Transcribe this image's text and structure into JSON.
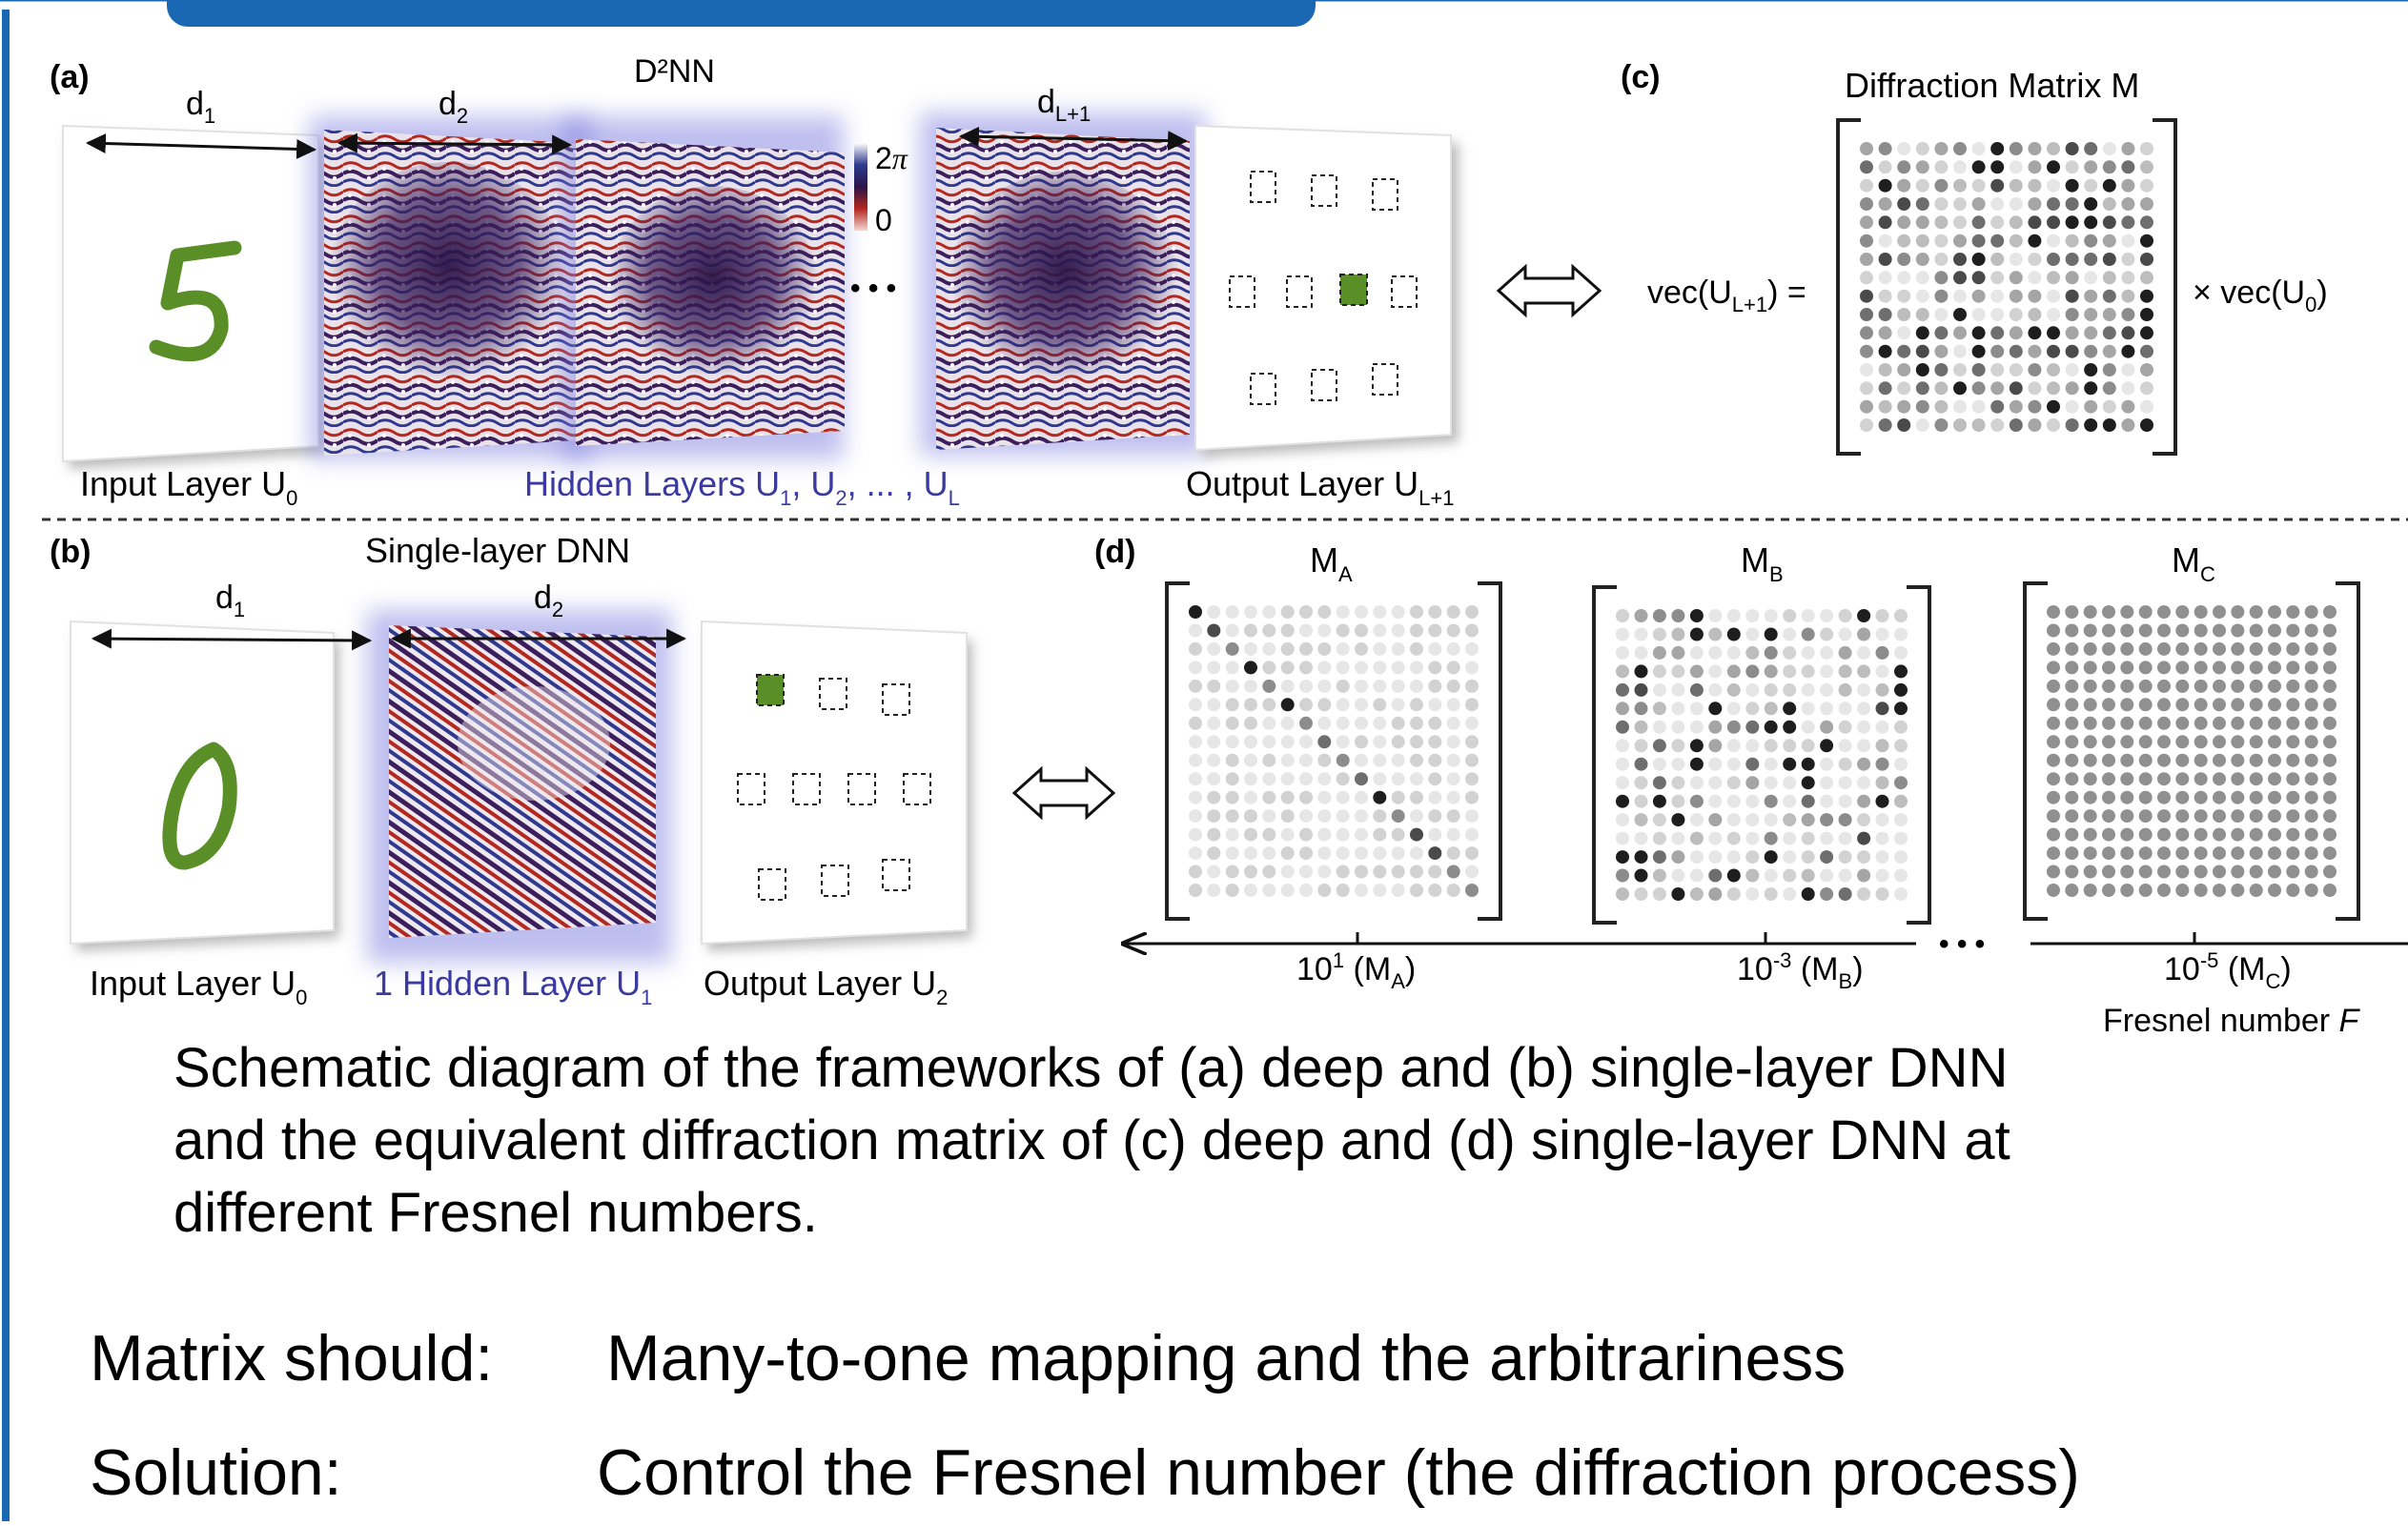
{
  "top_banner": {
    "color": "#1a67b3"
  },
  "colors": {
    "frame": "#1a67b3",
    "green": "#5a8f27",
    "blue_text": "#3a3aa0",
    "phase_purple": "#3b1f5c",
    "phase_red": "#b3281f",
    "phase_blue": "#2f3a8f"
  },
  "panel_a": {
    "label": "(a)",
    "title": "D²NN",
    "dist": {
      "d1": {
        "main": "d",
        "sub": "1"
      },
      "d2": {
        "main": "d",
        "sub": "2"
      },
      "dL1": {
        "main": "d",
        "sub": "L+1"
      }
    },
    "colorbar": {
      "max_label": "2",
      "max_symbol": "π",
      "min_label": "0"
    },
    "ellipsis": "• • •",
    "input_label": {
      "main": "Input Layer U",
      "sub": "0"
    },
    "hidden_label": {
      "t1": "Hidden Layers U",
      "s1": "1",
      "t2": ", U",
      "s2": "2",
      "t3": ", ... , U",
      "s3": "L"
    },
    "output_label": {
      "main": "Output Layer U",
      "sub": "L+1"
    }
  },
  "panel_c": {
    "label": "(c)",
    "title": "Diffraction Matrix M",
    "lhs": {
      "main": "vec(U",
      "sub": "L+1",
      "tail": ") ="
    },
    "rhs": {
      "main": "× vec(U",
      "sub": "0",
      "tail": ")"
    },
    "matrix_pattern": "random"
  },
  "panel_b": {
    "label": "(b)",
    "title": "Single-layer DNN",
    "dist": {
      "d1": {
        "main": "d",
        "sub": "1"
      },
      "d2": {
        "main": "d",
        "sub": "2"
      }
    },
    "input_label": {
      "main": "Input Layer U",
      "sub": "0"
    },
    "hidden_label": {
      "main": "1 Hidden Layer U",
      "sub": "1"
    },
    "output_label": {
      "main": "Output Layer U",
      "sub": "2"
    }
  },
  "panel_d": {
    "label": "(d)",
    "matrices": [
      {
        "main": "M",
        "sub": "A",
        "pattern": "diagonal",
        "tick": {
          "base": "10",
          "exp": "1",
          "m": "(M",
          "sub": "A",
          "tail": ")"
        }
      },
      {
        "main": "M",
        "sub": "B",
        "pattern": "sparse",
        "tick": {
          "base": "10",
          "exp": "-3",
          "m": "(M",
          "sub": "B",
          "tail": ")"
        }
      },
      {
        "main": "M",
        "sub": "C",
        "pattern": "uniform",
        "tick": {
          "base": "10",
          "exp": "-5",
          "m": "(M",
          "sub": "C",
          "tail": ")"
        }
      }
    ],
    "axis_ellipsis": "• • •",
    "axis_label": "Fresnel number ",
    "axis_symbol": "F"
  },
  "caption": {
    "line1": "Schematic diagram of the frameworks of (a) deep and (b) single-layer DNN",
    "line2": "and the equivalent diffraction matrix of (c) deep and (d) single-layer DNN at",
    "line3": "different Fresnel numbers."
  },
  "bottom": {
    "row1_label": "Matrix should:",
    "row1_text": "Many-to-one mapping and the arbitrariness",
    "row2_label": "Solution:",
    "row2_text": "Control the Fresnel number (the diffraction process)"
  }
}
